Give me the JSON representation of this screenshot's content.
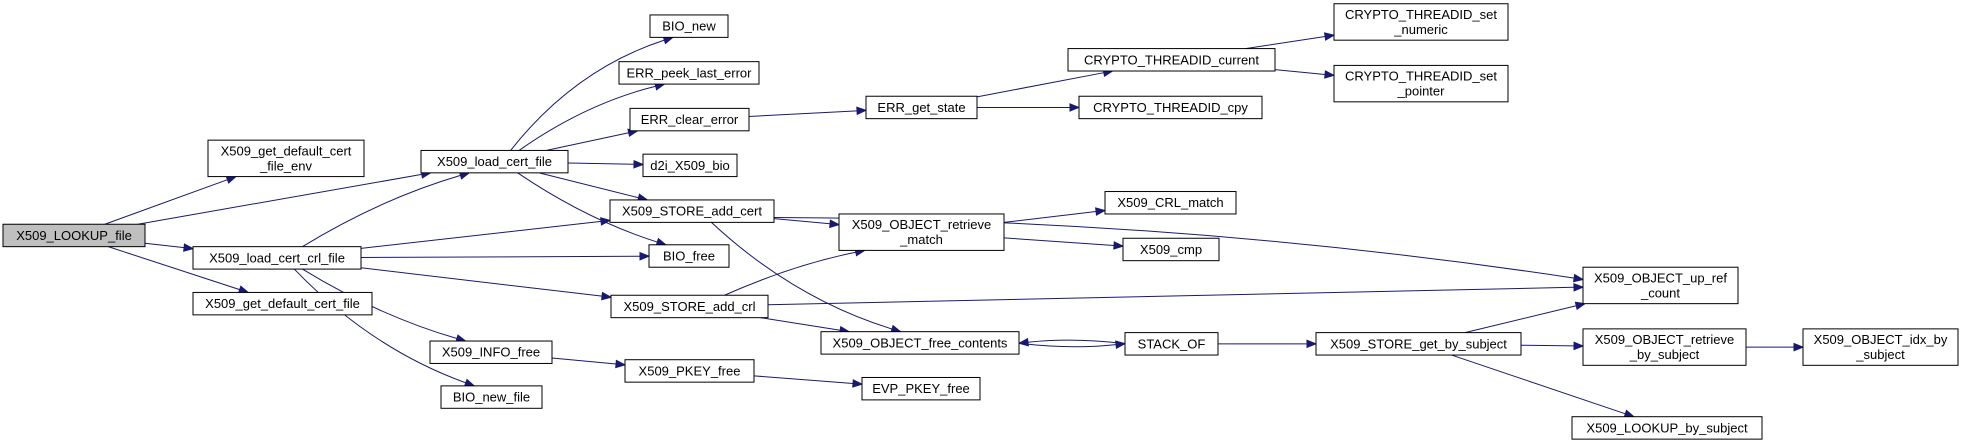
{
  "colors": {
    "node_fill": "#ffffff",
    "root_fill": "#bfbfbf",
    "node_stroke": "#000000",
    "edge": "#191970"
  },
  "nodes": {
    "lookup_file": {
      "lines": [
        "X509_LOOKUP_file"
      ],
      "root": true
    },
    "get_default_cert_file_env": {
      "lines": [
        "X509_get_default_cert",
        "_file_env"
      ]
    },
    "load_cert_file": {
      "lines": [
        "X509_load_cert_file"
      ]
    },
    "load_cert_crl_file": {
      "lines": [
        "X509_load_cert_crl_file"
      ]
    },
    "get_default_cert_file": {
      "lines": [
        "X509_get_default_cert_file"
      ]
    },
    "bio_new": {
      "lines": [
        "BIO_new"
      ]
    },
    "err_peek_last_error": {
      "lines": [
        "ERR_peek_last_error"
      ]
    },
    "err_clear_error": {
      "lines": [
        "ERR_clear_error"
      ]
    },
    "d2i_x509_bio": {
      "lines": [
        "d2i_X509_bio"
      ]
    },
    "store_add_cert": {
      "lines": [
        "X509_STORE_add_cert"
      ]
    },
    "bio_free": {
      "lines": [
        "BIO_free"
      ]
    },
    "store_add_crl": {
      "lines": [
        "X509_STORE_add_crl"
      ]
    },
    "info_free": {
      "lines": [
        "X509_INFO_free"
      ]
    },
    "bio_new_file": {
      "lines": [
        "BIO_new_file"
      ]
    },
    "err_get_state": {
      "lines": [
        "ERR_get_state"
      ]
    },
    "threadid_current": {
      "lines": [
        "CRYPTO_THREADID_current"
      ]
    },
    "threadid_cpy": {
      "lines": [
        "CRYPTO_THREADID_cpy"
      ]
    },
    "threadid_set_numeric": {
      "lines": [
        "CRYPTO_THREADID_set",
        "_numeric"
      ]
    },
    "threadid_set_pointer": {
      "lines": [
        "CRYPTO_THREADID_set",
        "_pointer"
      ]
    },
    "object_retrieve_match": {
      "lines": [
        "X509_OBJECT_retrieve",
        "_match"
      ]
    },
    "object_free_contents": {
      "lines": [
        "X509_OBJECT_free_contents"
      ]
    },
    "pkey_free": {
      "lines": [
        "X509_PKEY_free"
      ]
    },
    "evp_pkey_free": {
      "lines": [
        "EVP_PKEY_free"
      ]
    },
    "crl_match": {
      "lines": [
        "X509_CRL_match"
      ]
    },
    "x509_cmp": {
      "lines": [
        "X509_cmp"
      ]
    },
    "stack_of": {
      "lines": [
        "STACK_OF"
      ]
    },
    "store_get_by_subject": {
      "lines": [
        "X509_STORE_get_by_subject"
      ]
    },
    "object_up_ref_count": {
      "lines": [
        "X509_OBJECT_up_ref",
        "_count"
      ]
    },
    "object_retrieve_by_subject": {
      "lines": [
        "X509_OBJECT_retrieve",
        "_by_subject"
      ]
    },
    "lookup_by_subject": {
      "lines": [
        "X509_LOOKUP_by_subject"
      ]
    },
    "object_idx_by_subject": {
      "lines": [
        "X509_OBJECT_idx_by",
        "_subject"
      ]
    }
  },
  "edges": [
    [
      "lookup_file",
      "get_default_cert_file_env"
    ],
    [
      "lookup_file",
      "load_cert_file"
    ],
    [
      "lookup_file",
      "load_cert_crl_file"
    ],
    [
      "lookup_file",
      "get_default_cert_file"
    ],
    [
      "load_cert_file",
      "bio_new"
    ],
    [
      "load_cert_file",
      "err_peek_last_error"
    ],
    [
      "load_cert_file",
      "err_clear_error"
    ],
    [
      "load_cert_file",
      "d2i_x509_bio"
    ],
    [
      "load_cert_file",
      "store_add_cert"
    ],
    [
      "load_cert_file",
      "bio_free"
    ],
    [
      "load_cert_crl_file",
      "load_cert_file"
    ],
    [
      "load_cert_crl_file",
      "store_add_cert"
    ],
    [
      "load_cert_crl_file",
      "bio_free"
    ],
    [
      "load_cert_crl_file",
      "store_add_crl"
    ],
    [
      "load_cert_crl_file",
      "info_free"
    ],
    [
      "load_cert_crl_file",
      "bio_new_file"
    ],
    [
      "err_clear_error",
      "err_get_state"
    ],
    [
      "err_get_state",
      "threadid_current"
    ],
    [
      "err_get_state",
      "threadid_cpy"
    ],
    [
      "threadid_current",
      "threadid_set_numeric"
    ],
    [
      "threadid_current",
      "threadid_set_pointer"
    ],
    [
      "store_add_cert",
      "object_retrieve_match"
    ],
    [
      "store_add_cert",
      "object_free_contents"
    ],
    [
      "store_add_cert",
      "object_up_ref_count"
    ],
    [
      "store_add_crl",
      "object_retrieve_match"
    ],
    [
      "store_add_crl",
      "object_free_contents"
    ],
    [
      "store_add_crl",
      "object_up_ref_count"
    ],
    [
      "object_retrieve_match",
      "crl_match"
    ],
    [
      "object_retrieve_match",
      "x509_cmp"
    ],
    [
      "info_free",
      "pkey_free"
    ],
    [
      "pkey_free",
      "evp_pkey_free"
    ],
    [
      "object_free_contents",
      "stack_of"
    ],
    [
      "stack_of",
      "object_free_contents"
    ],
    [
      "stack_of",
      "store_get_by_subject"
    ],
    [
      "store_get_by_subject",
      "object_up_ref_count"
    ],
    [
      "store_get_by_subject",
      "object_retrieve_by_subject"
    ],
    [
      "store_get_by_subject",
      "lookup_by_subject"
    ],
    [
      "object_retrieve_by_subject",
      "object_idx_by_subject"
    ]
  ]
}
